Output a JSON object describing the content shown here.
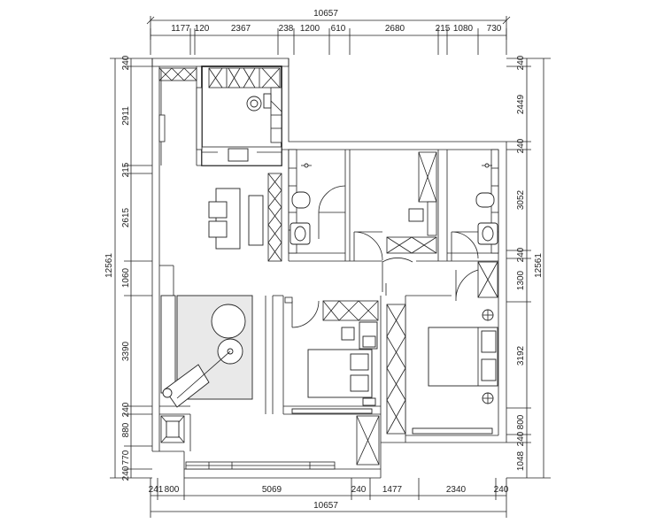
{
  "top_overall": "10657",
  "bottom_overall": "10657",
  "left_overall": "12561",
  "right_overall": "12561",
  "top_dims": [
    "1177",
    "120",
    "2367",
    "238",
    "1200",
    "610",
    "2680",
    "215",
    "1080",
    "730"
  ],
  "bottom_dims": [
    "241",
    "800",
    "5069",
    "240",
    "1477",
    "2340",
    "240"
  ],
  "left_dims": [
    "240",
    "2911",
    "215",
    "2615",
    "1060",
    "3390",
    "240",
    "880",
    "770",
    "240"
  ],
  "right_dims": [
    "240",
    "2449",
    "240",
    "3052",
    "240",
    "1300",
    "3192",
    "800",
    "240",
    "1048"
  ]
}
